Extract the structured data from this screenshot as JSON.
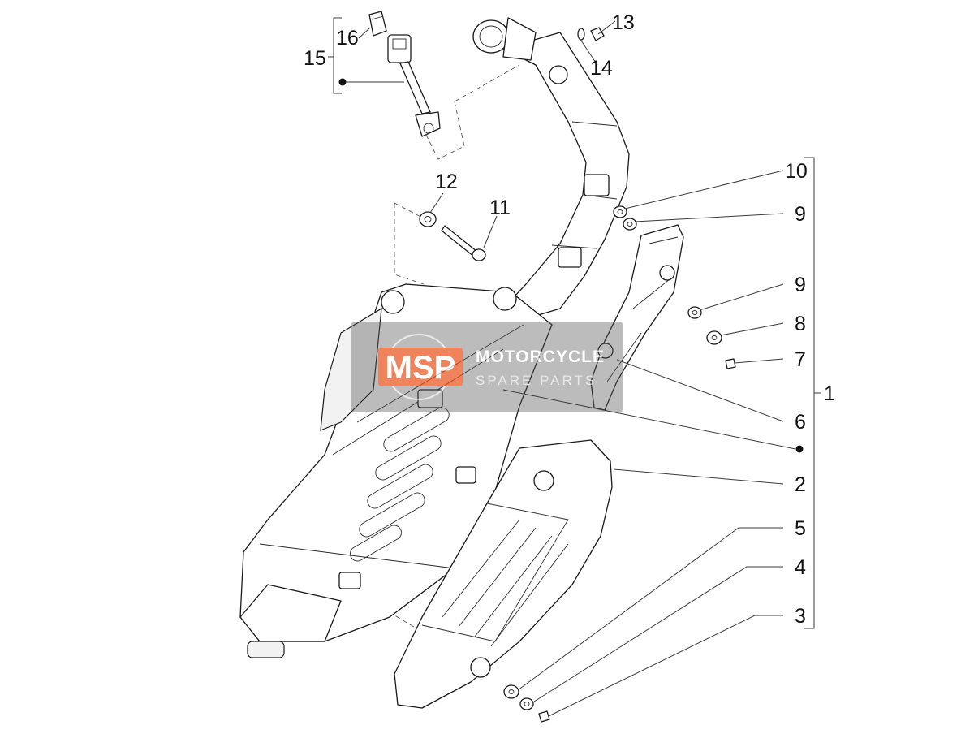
{
  "callouts": {
    "c1": "1",
    "c2": "2",
    "c3": "3",
    "c4": "4",
    "c5": "5",
    "c6": "6",
    "c7": "7",
    "c8": "8",
    "c9a": "9",
    "c9b": "9",
    "c10": "10",
    "c11": "11",
    "c12": "12",
    "c13": "13",
    "c14": "14",
    "c15": "15",
    "c16": "16"
  },
  "watermark": {
    "logo_text": "MSP",
    "title": "MOTORCYCLE",
    "subtitle": "SPARE PARTS",
    "colors": {
      "logo": "#e8541e",
      "title": "#ffffff",
      "subtitle": "#e0e0e0",
      "backdrop": "#555555"
    }
  },
  "colors": {
    "line": "#1a1a1a",
    "background": "#ffffff"
  }
}
